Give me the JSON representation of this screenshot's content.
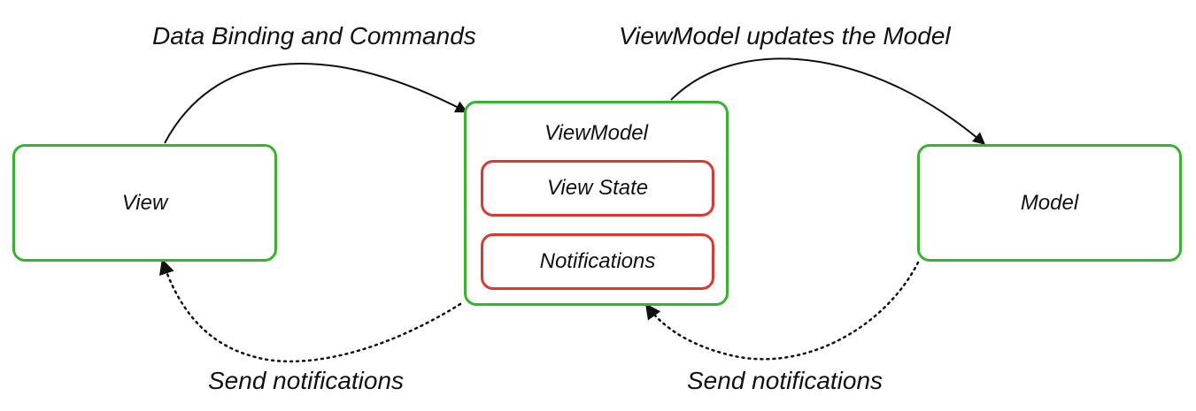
{
  "nodes": {
    "view": "View",
    "viewmodel": "ViewModel",
    "view_state": "View State",
    "notifications": "Notifications",
    "model": "Model"
  },
  "edges": {
    "view_to_viewmodel": "Data Binding and Commands",
    "viewmodel_to_model": "ViewModel updates the Model",
    "viewmodel_to_view": "Send notifications",
    "model_to_viewmodel": "Send notifications"
  },
  "colors": {
    "component_border": "#36b52b",
    "state_border": "#e0362b",
    "connector": "#111111"
  }
}
